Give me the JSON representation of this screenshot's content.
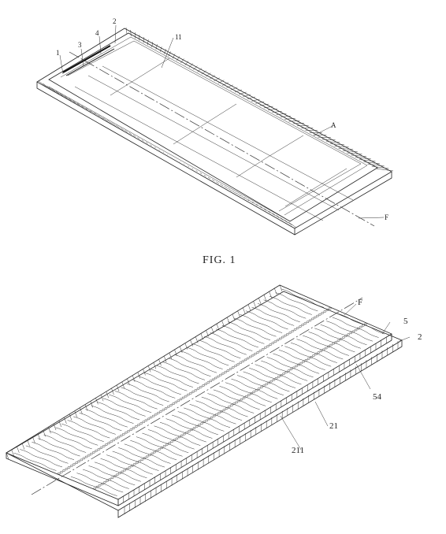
{
  "figure1": {
    "caption": "FIG. 1",
    "labels": {
      "l1": "1",
      "l2": "2",
      "l3": "3",
      "l4": "4",
      "l11": "11",
      "lA": "A",
      "lF": "F"
    }
  },
  "figure2": {
    "labels": {
      "lF": "F",
      "l5": "5",
      "l2": "2",
      "l54": "54",
      "l21": "21",
      "l211": "211"
    }
  },
  "colors": {
    "ink": "#222222",
    "paper": "#ffffff"
  }
}
